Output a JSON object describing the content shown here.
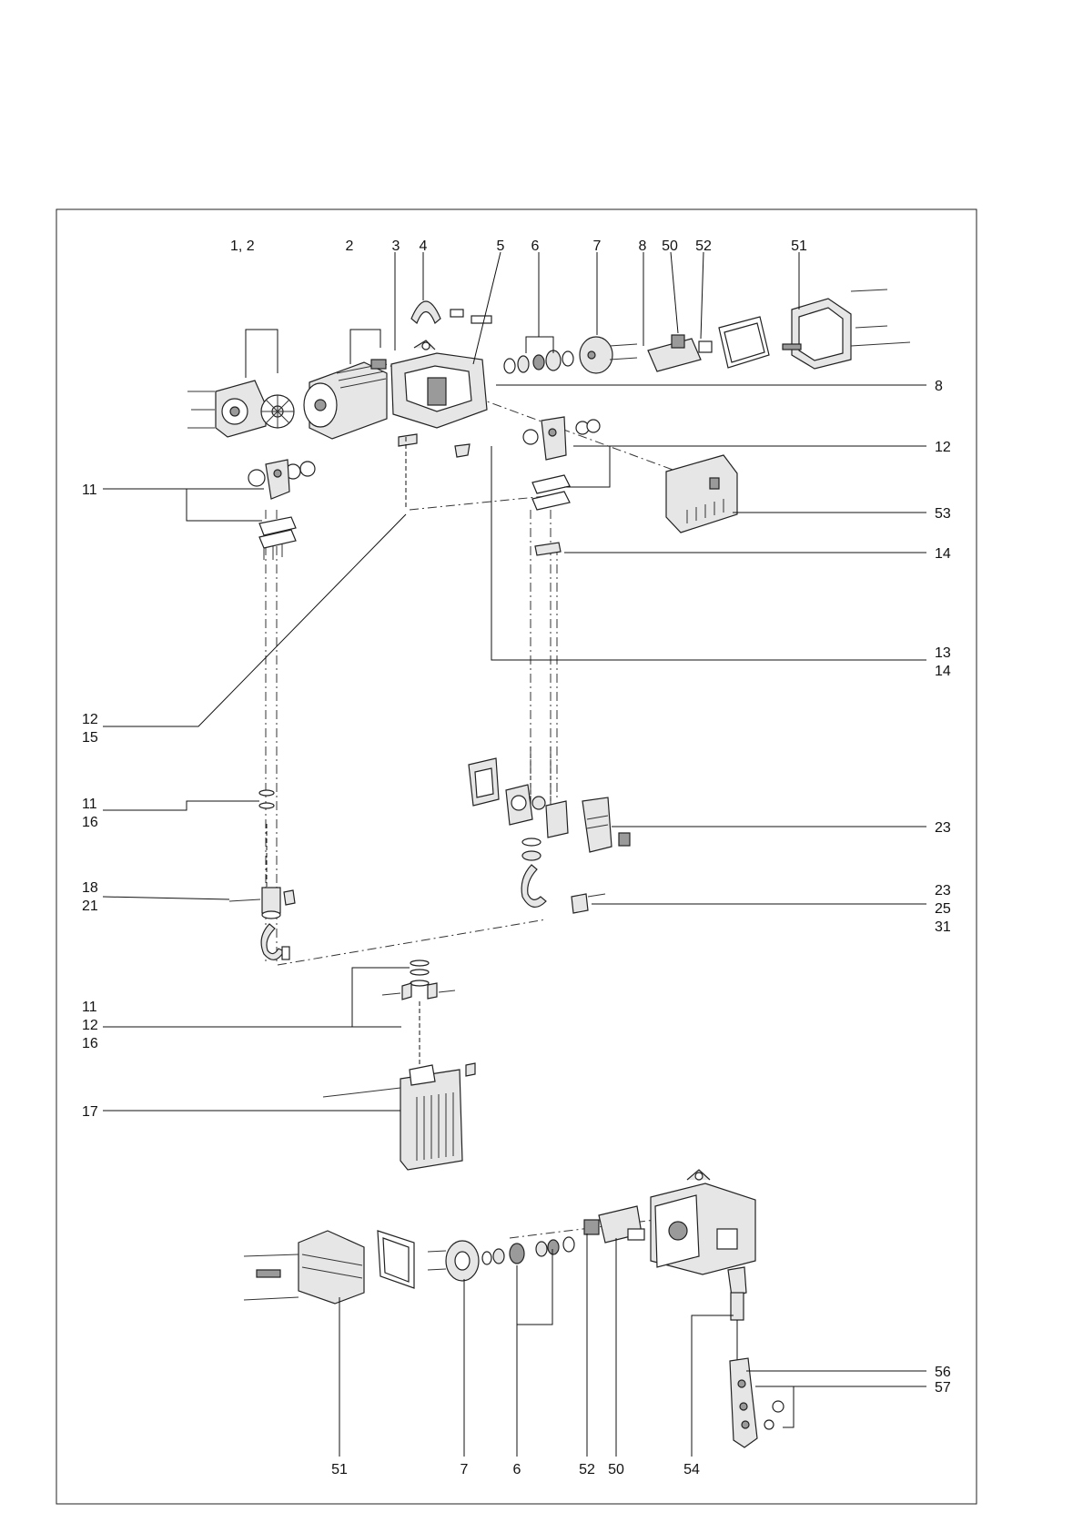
{
  "labels": {
    "top": [
      "1, 2",
      "2",
      "3",
      "4",
      "5",
      "6",
      "7",
      "8",
      "50",
      "52",
      "51"
    ],
    "right": [
      "8",
      "12",
      "53",
      "14",
      "13",
      "14",
      "23",
      "23",
      "25",
      "31",
      "56",
      "57"
    ],
    "left": [
      "11",
      "12",
      "15",
      "11",
      "16",
      "18",
      "21",
      "11",
      "12",
      "16",
      "17"
    ],
    "bottom": [
      "51",
      "7",
      "6",
      "52",
      "50",
      "54"
    ]
  }
}
